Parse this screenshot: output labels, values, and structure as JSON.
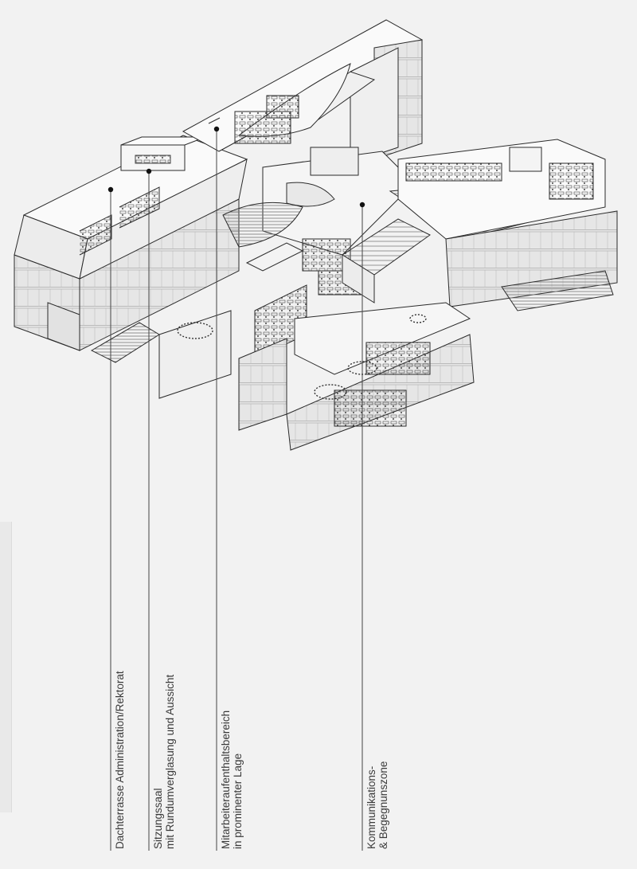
{
  "annotations": [
    {
      "id": "rooftop",
      "lines": [
        "Dachterrasse Administration/Rektorat"
      ]
    },
    {
      "id": "meeting",
      "lines": [
        "Sitzungssaal",
        "mit Rundumverglasung und Aussicht"
      ]
    },
    {
      "id": "staff",
      "lines": [
        "Mitarbeiteraufenthaltsbereich",
        "in prominenter Lage"
      ]
    },
    {
      "id": "communication",
      "lines": [
        "Kommunikations-",
        "& Begegnunszone"
      ]
    }
  ],
  "colors": {
    "background": "#f2f2f2",
    "line": "#2b2b2b",
    "roof": "#fafafa",
    "facade": "#e4e4e4",
    "text": "#3a3a3a"
  }
}
